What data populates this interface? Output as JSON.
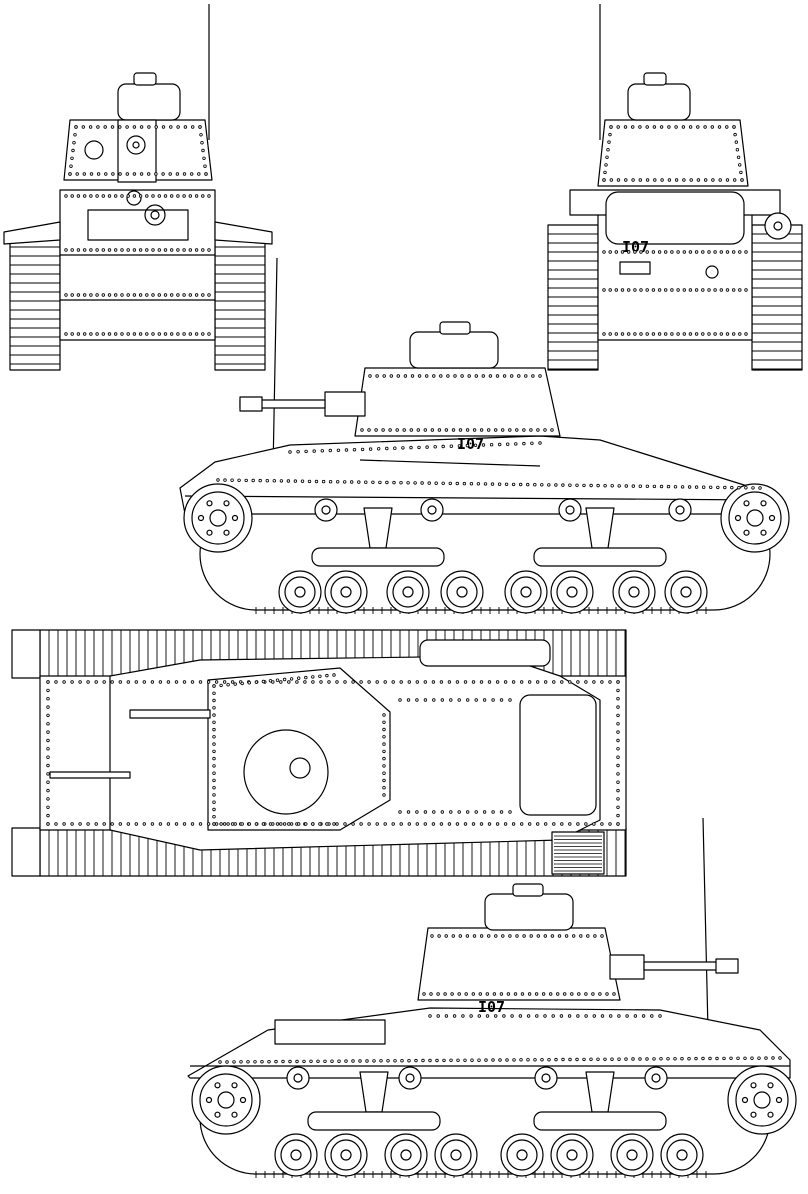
{
  "markings": {
    "tactical_number": "I07"
  },
  "views": [
    {
      "name": "front-view"
    },
    {
      "name": "rear-view"
    },
    {
      "name": "left-side-view"
    },
    {
      "name": "top-view"
    },
    {
      "name": "right-side-view"
    }
  ],
  "colors": {
    "line": "#000000",
    "background": "#ffffff",
    "fill": "#ffffff"
  }
}
